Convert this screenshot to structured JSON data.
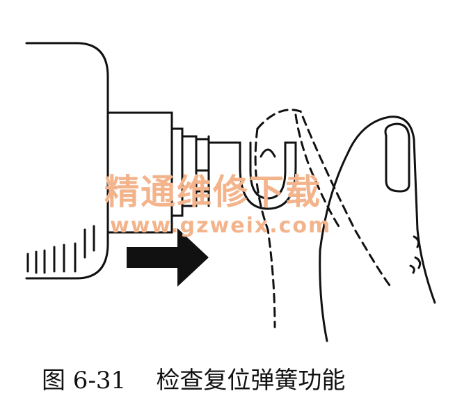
{
  "figure": {
    "caption_number": "图 6-31",
    "caption_title": "检查复位弹簧功能"
  },
  "watermark": {
    "name": "精通维修下载",
    "url": "www.gzweix.com"
  }
}
